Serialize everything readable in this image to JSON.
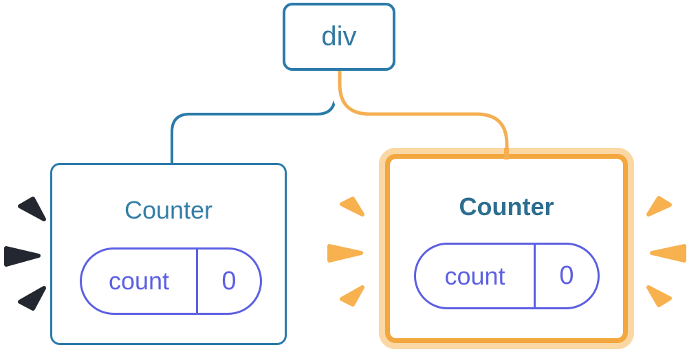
{
  "diagram": {
    "root_node": {
      "label": "div"
    },
    "left_counter": {
      "title": "Counter",
      "highlighted": false,
      "state": {
        "name": "count",
        "value": "0"
      }
    },
    "right_counter": {
      "title": "Counter",
      "highlighted": true,
      "state": {
        "name": "count",
        "value": "0"
      }
    },
    "colors": {
      "node_border_blue": "#2B7AA9",
      "node_text_blue": "#31799F",
      "edge_blue": "#2B7AA9",
      "title_blue": "#337DA6",
      "title_blue_dark": "#2C6E90",
      "pill_purple": "#5C60E2",
      "highlight_orange": "#F3A73F",
      "highlight_peach": "#FAD7A3",
      "edge_orange": "#F5AF52",
      "burst_orange": "#F7B14F",
      "burst_dark": "#23272F"
    }
  }
}
